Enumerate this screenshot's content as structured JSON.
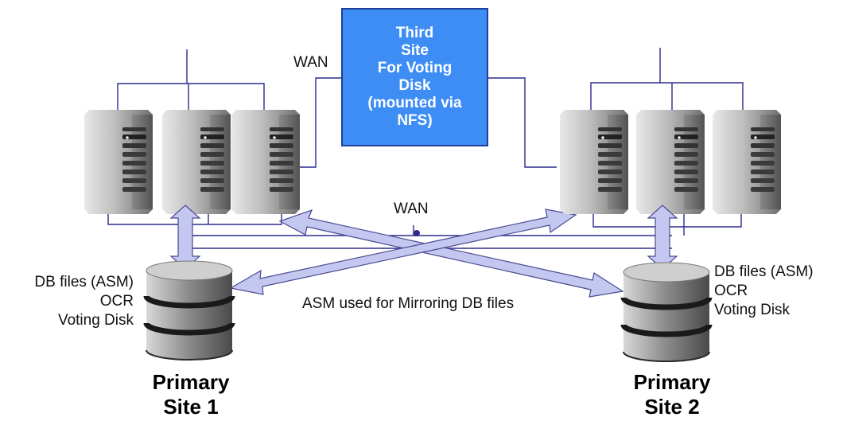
{
  "third_site": {
    "label": "Third\nSite\nFor Voting\nDisk\n(mounted via\nNFS)",
    "fill": "#3d8df5",
    "border": "#1f3f9a"
  },
  "wan_labels": {
    "upper": "WAN",
    "lower": "WAN"
  },
  "site1": {
    "storage_label": "DB files (ASM)\nOCR\nVoting Disk",
    "title": "Primary\nSite 1",
    "server_count": 3
  },
  "site2": {
    "storage_label": "DB files (ASM)\nOCR\nVoting Disk",
    "title": "Primary\nSite 2",
    "server_count": 3
  },
  "mirroring_label": "ASM used for Mirroring DB files",
  "colors": {
    "link_line": "#2b2b8f",
    "arrow_fill": "#c4c8f0",
    "arrow_stroke": "#4a4a90",
    "server_dark": "#5a5a5a",
    "server_light": "#e6e6e6"
  },
  "icons": {
    "server": "server-tower-icon",
    "storage": "database-disk-icon"
  }
}
